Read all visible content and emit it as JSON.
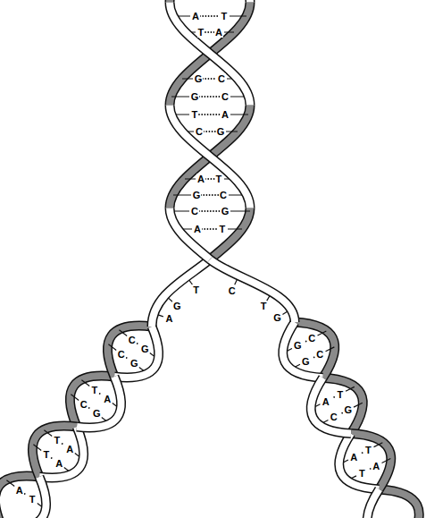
{
  "diagram": {
    "labels": [
      "A",
      "T",
      "T",
      "A",
      "G",
      "C",
      "G",
      "C",
      "T",
      "A",
      "C",
      "G",
      "A",
      "T",
      "G",
      "C",
      "C",
      "G",
      "A",
      "T",
      "T",
      "G",
      "A",
      "C",
      "T",
      "G",
      "C",
      "G",
      "C",
      "G",
      "T",
      "A",
      "C",
      "G",
      "T",
      "A",
      "T",
      "A",
      "A",
      "T",
      "C",
      "G",
      "C",
      "G",
      "T",
      "A",
      "G",
      "C",
      "T",
      "A",
      "A",
      "T"
    ]
  }
}
